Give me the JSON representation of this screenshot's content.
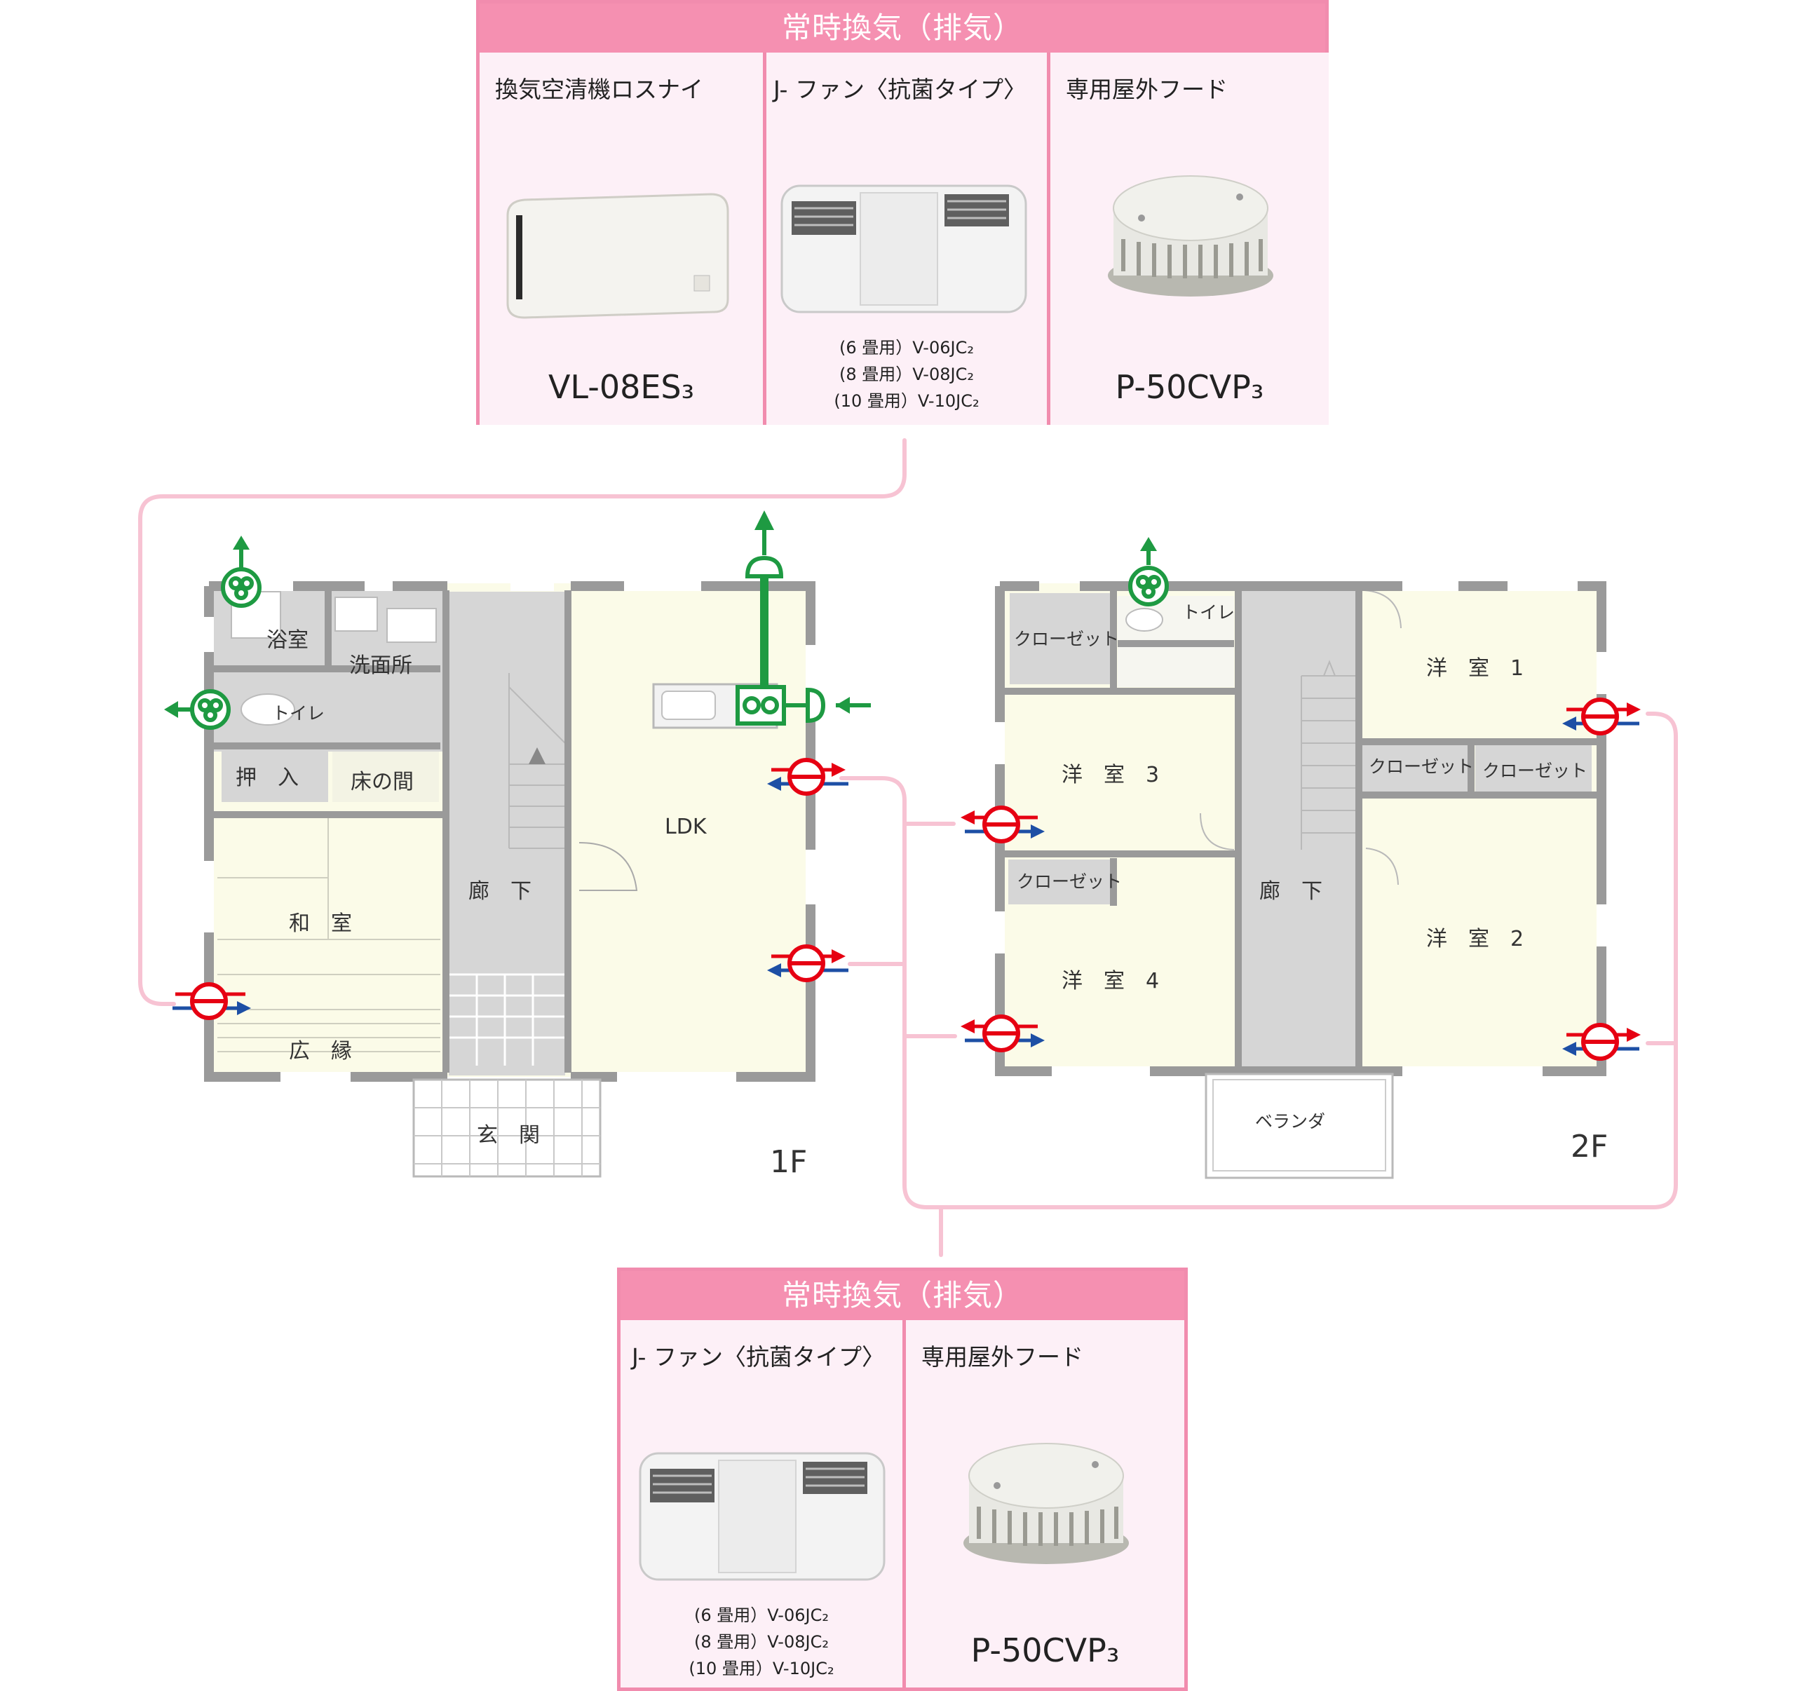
{
  "top_box": {
    "header": "常時換気（排気）",
    "cells": [
      {
        "title": "換気空清機ロスナイ",
        "model": "VL-08ES₃",
        "icon": "lossnay-unit-icon"
      },
      {
        "title": "J- ファン〈抗菌タイプ〉",
        "models": [
          "(6 畳用）V-06JC₂",
          "(8 畳用）V-08JC₂",
          "(10 畳用）V-10JC₂"
        ],
        "icon": "j-fan-icon"
      },
      {
        "title": "専用屋外フード",
        "model": "P-50CVP₃",
        "icon": "outdoor-hood-icon"
      }
    ]
  },
  "bottom_box": {
    "header": "常時換気（排気）",
    "cells": [
      {
        "title": "J- ファン〈抗菌タイプ〉",
        "models": [
          "(6 畳用）V-06JC₂",
          "(8 畳用）V-08JC₂",
          "(10 畳用）V-10JC₂"
        ],
        "icon": "j-fan-icon"
      },
      {
        "title": "専用屋外フード",
        "model": "P-50CVP₃",
        "icon": "outdoor-hood-icon"
      }
    ]
  },
  "floor1": {
    "label": "1F",
    "rooms": {
      "bath": "浴室",
      "washroom": "洗面所",
      "toilet": "トイレ",
      "closet": "押　入",
      "tokonoma": "床の間",
      "washitsu": "和　室",
      "engawa": "広　縁",
      "hallway": "廊　下",
      "ldk": "LDK",
      "entrance": "玄　関"
    }
  },
  "floor2": {
    "label": "2F",
    "rooms": {
      "closet_a": "クローゼット",
      "toilet": "トイレ",
      "room1": "洋　室　1",
      "room2": "洋　室　2",
      "room3": "洋　室　3",
      "room4": "洋　室　4",
      "closet_b": "クローゼット",
      "closet_c": "クローゼット",
      "closet_d": "クローゼット",
      "hallway": "廊　下",
      "veranda": "ベランダ"
    }
  },
  "colors": {
    "accent_pink": "#f590b1",
    "box_border": "#f18cae",
    "cell_bg": "#fdf0f7",
    "connector": "#f7c3d3",
    "exhaust_green": "#1e9a42",
    "supply_red": "#e60012",
    "supply_blue": "#1d4fa5",
    "wall_gray": "#9a9a9a",
    "room_fill": "#fbfbe8",
    "service_fill": "#d6d6d6"
  }
}
